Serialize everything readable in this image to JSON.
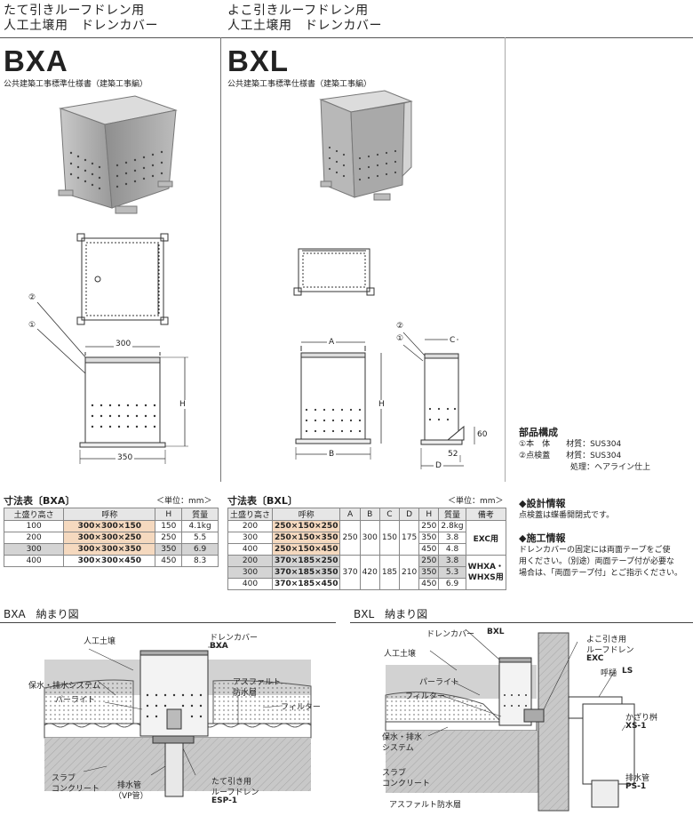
{
  "left": {
    "heading1": "たて引きルーフドレン用",
    "heading2": "人工土壌用　ドレンカバー",
    "model": "BXA",
    "standard": "公共建築工事標準仕様書（建築工事編）",
    "dim_width": "300",
    "dim_base": "350",
    "dim_height": "H",
    "marker1": "①",
    "marker2": "②"
  },
  "right": {
    "heading1": "よこ引きルーフドレン用",
    "heading2": "人工土壌用　ドレンカバー",
    "model": "BXL",
    "standard": "公共建築工事標準仕様書（建築工事編）",
    "dim_a": "A",
    "dim_b": "B",
    "dim_c": "C",
    "dim_d": "D",
    "dim_h": "H",
    "dim_60": "60",
    "dim_52": "52",
    "marker1": "①",
    "marker2": "②"
  },
  "parts": {
    "title": "部品構成",
    "line1": "①本　体　　材質：SUS304",
    "line2": "②点検蓋　　材質：SUS304",
    "line3": "処理：ヘアライン仕上"
  },
  "table_bxa": {
    "title": "寸法表〔BXA〕",
    "unit": "＜単位：mm＞",
    "headers": [
      "土盛り高さ",
      "呼称",
      "H",
      "質量"
    ],
    "rows": [
      [
        "100",
        "300×300×150",
        "150",
        "4.1kg"
      ],
      [
        "200",
        "300×300×250",
        "250",
        "5.5"
      ],
      [
        "300",
        "300×300×350",
        "350",
        "6.9"
      ],
      [
        "400",
        "300×300×450",
        "450",
        "8.3"
      ]
    ]
  },
  "table_bxl": {
    "title": "寸法表〔BXL〕",
    "unit": "＜単位：mm＞",
    "headers": [
      "土盛り高さ",
      "呼称",
      "A",
      "B",
      "C",
      "D",
      "H",
      "質量",
      "備考"
    ],
    "group1": {
      "A": "250",
      "B": "300",
      "C": "150",
      "D": "175",
      "note": "EXC用",
      "rows": [
        [
          "200",
          "250×150×250",
          "250",
          "2.8kg"
        ],
        [
          "300",
          "250×150×350",
          "350",
          "3.8"
        ],
        [
          "400",
          "250×150×450",
          "450",
          "4.8"
        ]
      ]
    },
    "group2": {
      "A": "370",
      "B": "420",
      "C": "185",
      "D": "210",
      "note1": "WHXA・",
      "note2": "WHXS用",
      "rows": [
        [
          "200",
          "370×185×250",
          "250",
          "3.8"
        ],
        [
          "300",
          "370×185×350",
          "350",
          "5.3"
        ],
        [
          "400",
          "370×185×450",
          "450",
          "6.9"
        ]
      ]
    }
  },
  "info": {
    "design_title": "◆設計情報",
    "design_text": "点検蓋は蝶番開閉式です。",
    "build_title": "◆施工情報",
    "build_text1": "ドレンカバーの固定には両面テープをご使",
    "build_text2": "用ください。（別途）両面テープ付が必要な",
    "build_text3": "場合は、「両面テープ付」とご指示ください。"
  },
  "install_bxa": {
    "title": "BXA　納まり図",
    "labels": {
      "soil": "人工土壌",
      "cover": "ドレンカバー",
      "cover_model": "BXA",
      "retention": "保水・排水システム",
      "perlite": "パーライト",
      "asphalt1": "アスファルト",
      "asphalt2": "防水層",
      "filter": "フィルター",
      "slab1": "スラブ",
      "slab2": "コンクリート",
      "pipe1": "排水管",
      "pipe2": "（VP管）",
      "drain1": "たて引き用",
      "drain2": "ルーフドレン",
      "drain_model": "ESP-1"
    }
  },
  "install_bxl": {
    "title": "BXL　納まり図",
    "labels": {
      "cover": "ドレンカバー",
      "cover_model": "BXL",
      "soil": "人工土壌",
      "perlite": "パーライト",
      "filter": "フィルター",
      "retention1": "保水・排水",
      "retention2": "システム",
      "slab1": "スラブ",
      "slab2": "コンクリート",
      "asphalt": "アスファルト防水層",
      "drain1": "よこ引き用",
      "drain2": "ルーフドレン",
      "drain_model": "EXC",
      "gutter": "呼樋",
      "gutter_model": "LS",
      "basin": "かざり桝",
      "basin_model": "XS-1",
      "pipe": "排水管",
      "pipe_model": "PS-1"
    }
  }
}
